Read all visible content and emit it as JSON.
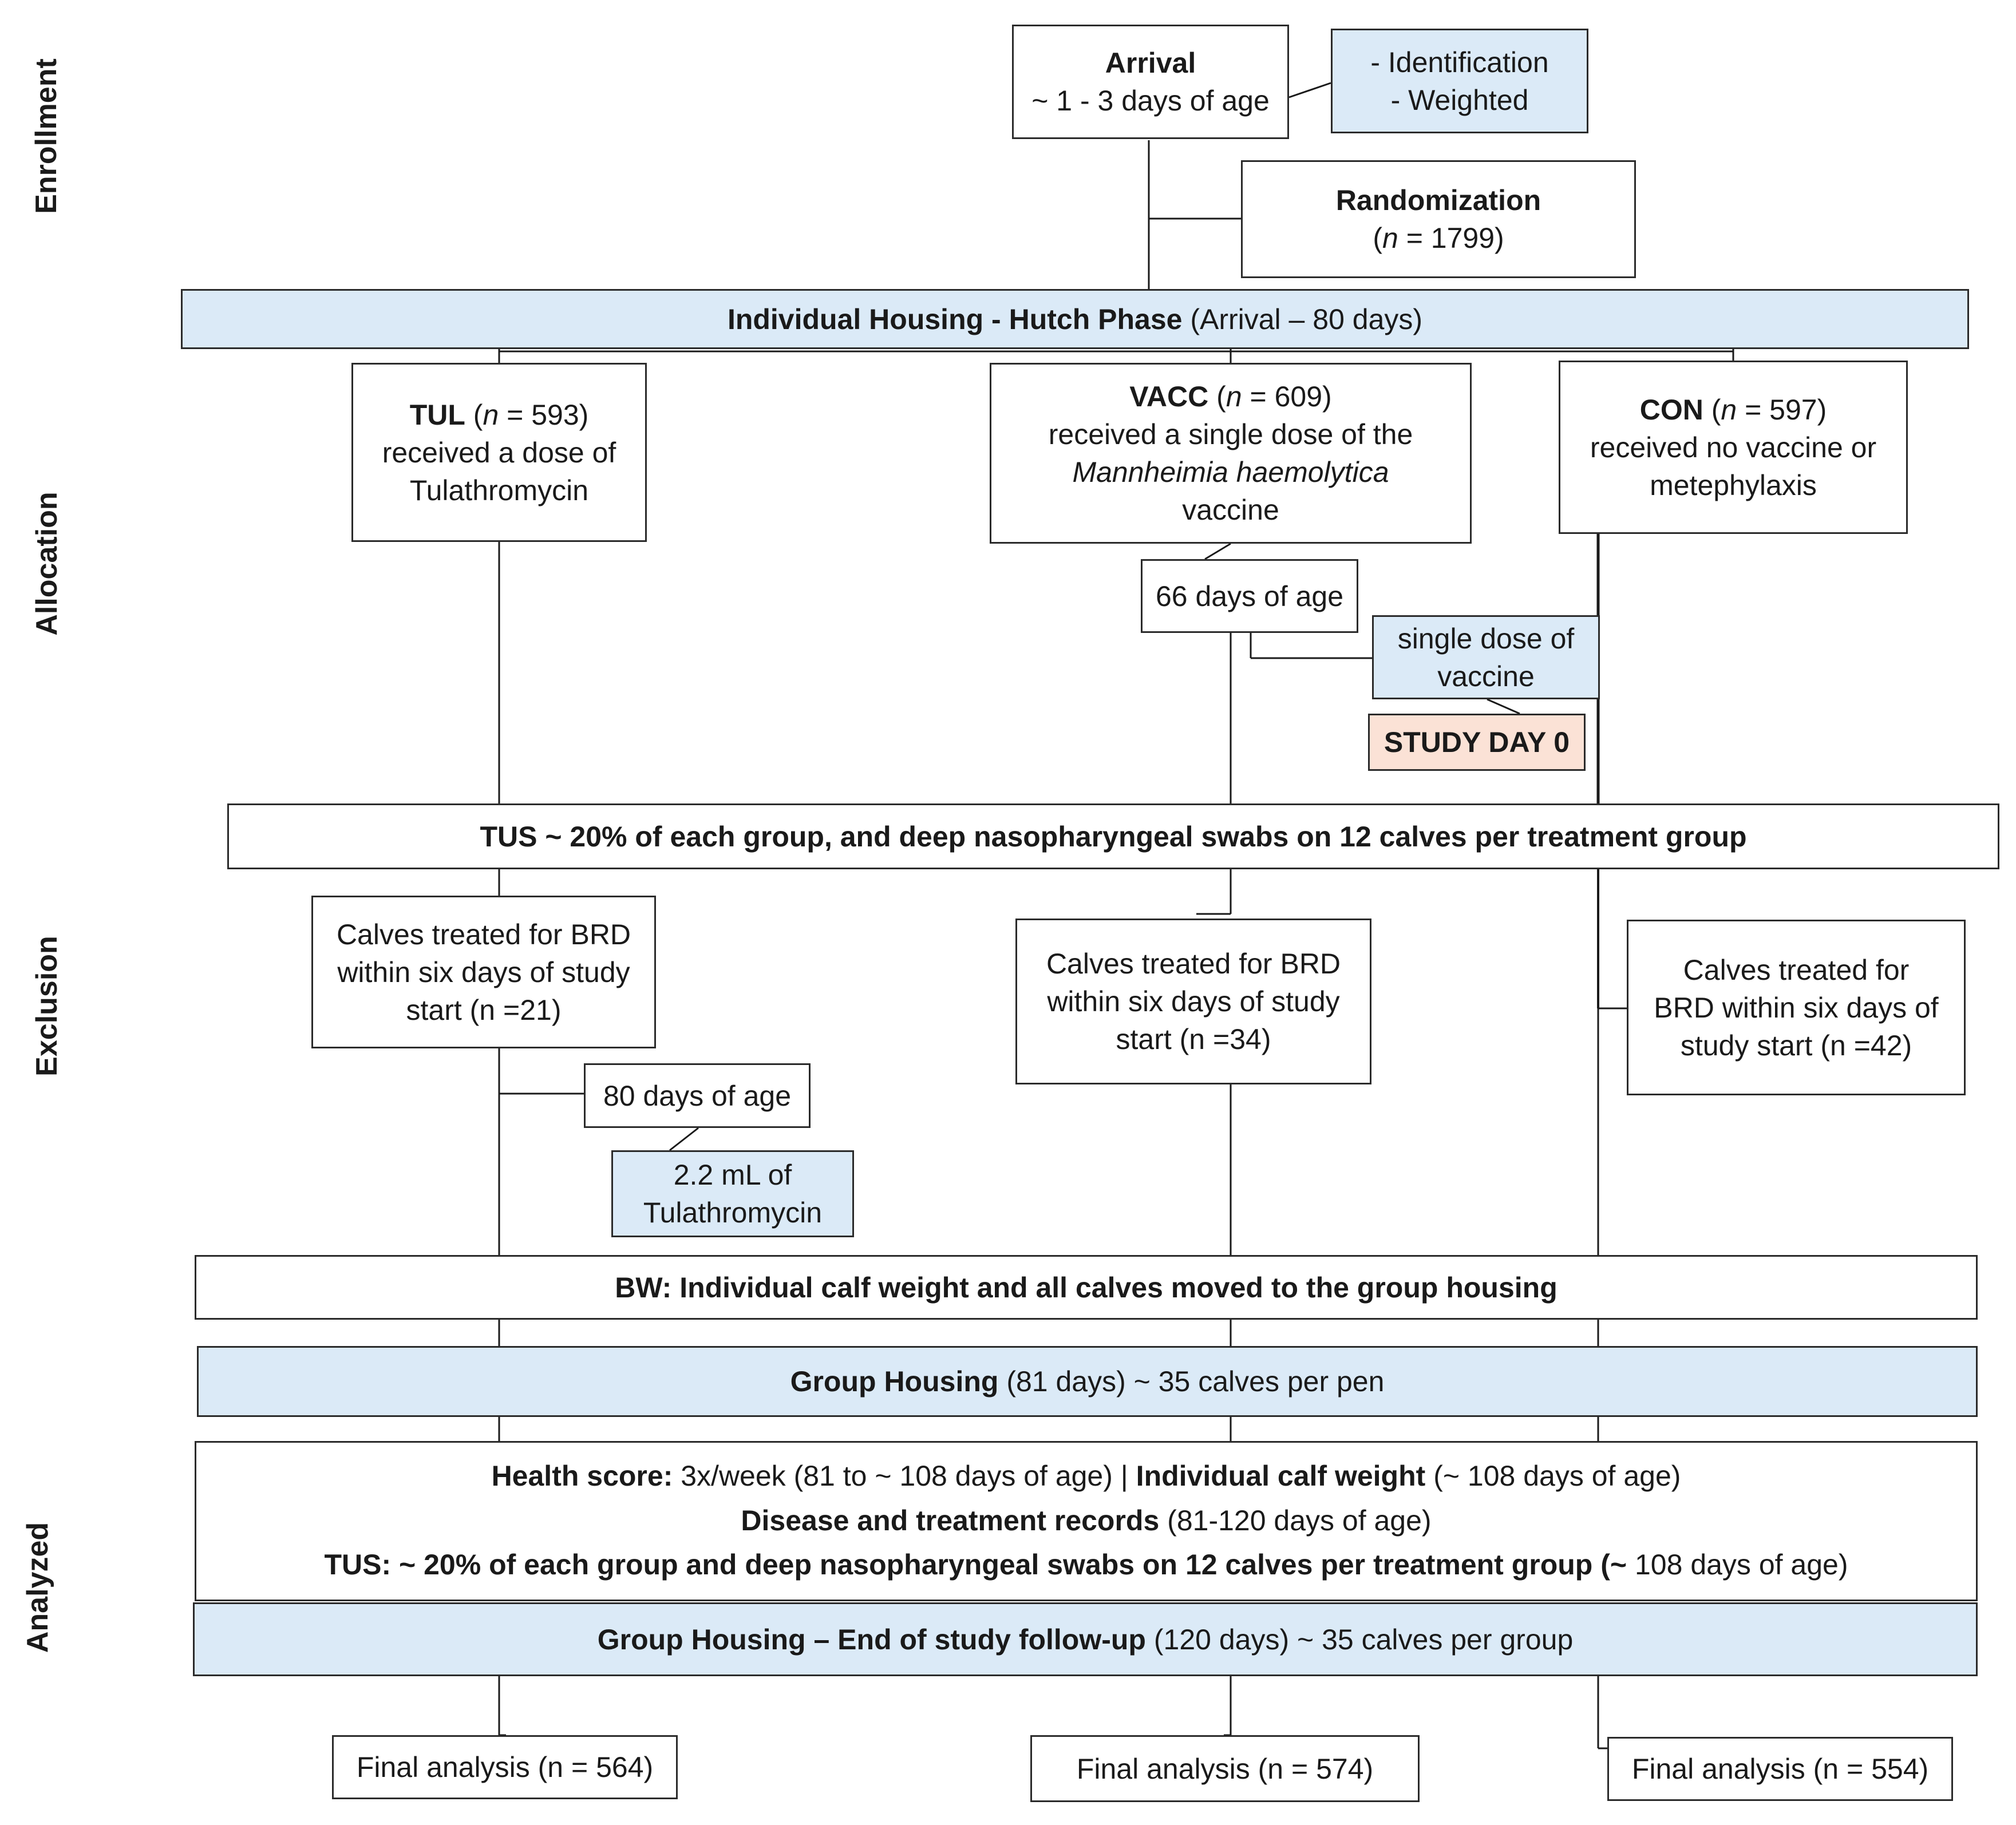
{
  "phases": {
    "enrollment": "Enrollment",
    "allocation": "Allocation",
    "exclusion": "Exclusion",
    "analyzed": "Analyzed"
  },
  "arrival": {
    "title": "Arrival",
    "age": "~ 1 - 3 days of age"
  },
  "arrival_note": {
    "line1": "- Identification",
    "line2": "- Weighted"
  },
  "randomization": {
    "title": "Randomization",
    "n_prefix": "(",
    "n_var": "n",
    "n_suffix": " = 1799)"
  },
  "hutch_phase": {
    "bold": "Individual Housing - Hutch Phase",
    "normal": " (Arrival – 80 days)"
  },
  "groups": {
    "tul": {
      "name": "TUL",
      "n_open": " (",
      "n_var": "n",
      "n_close": " = 593)",
      "line1": "received a dose of",
      "line2": "Tulathromycin"
    },
    "vacc": {
      "name": "VACC",
      "n_open": " (",
      "n_var": "n",
      "n_close": " = 609)",
      "line1": "received a single dose of the",
      "line2": "Mannheimia haemolytica",
      "line3": "vaccine"
    },
    "con": {
      "name": "CON",
      "n_open": " (",
      "n_var": "n",
      "n_close": " = 597)",
      "line1": "received no vaccine or",
      "line2": "metephylaxis"
    }
  },
  "vacc_age": "66 days of age",
  "single_dose": {
    "line1": "single dose of",
    "line2": "vaccine"
  },
  "study_day": "STUDY DAY 0",
  "tus_first": "TUS ~ 20% of each group, and deep nasopharyngeal swabs on 12 calves per treatment group",
  "exclusions": {
    "tul": {
      "line1": "Calves treated for BRD",
      "line2": "within six days of study",
      "line3": "start (n =21)"
    },
    "vacc": {
      "line1": "Calves treated for BRD",
      "line2": "within six days of study",
      "line3": "start (n =34)"
    },
    "con": {
      "line1": "Calves treated for",
      "line2": "BRD within six days of",
      "line3": "study start (n =42)"
    }
  },
  "tul_age": "80 days of age",
  "tul_dose": {
    "line1": "2.2 mL of",
    "line2": "Tulathromycin"
  },
  "bw": "BW: Individual calf weight and all calves moved to the group housing",
  "group_housing": {
    "bold": "Group Housing",
    "normal": " (81 days) ~ 35 calves per pen"
  },
  "health": {
    "line1_bold_a": "Health score:",
    "line1_normal_a": " 3x/week (81 to ~ 108 days of age) | ",
    "line1_bold_b": "Individual calf weight",
    "line1_normal_b": " (~ 108 days of age)",
    "line2_bold": "Disease and treatment records",
    "line2_normal": " (81-120 days of age)",
    "line3_bold": "TUS: ~ 20% of each group and deep nasopharyngeal swabs on 12 calves per treatment group (~",
    "line3_normal": " 108 days of age)"
  },
  "end_followup": {
    "bold": "Group Housing – End of study follow-up",
    "normal": " (120 days) ~ 35 calves per group"
  },
  "final": {
    "tul": "Final analysis (n = 564)",
    "vacc": "Final analysis  (n = 574)",
    "con": "Final analysis  (n = 554)"
  },
  "colors": {
    "box_fill_blue": "#dbeaf7",
    "box_fill_peach": "#fbe2d6",
    "line": "#1a1a1a"
  }
}
